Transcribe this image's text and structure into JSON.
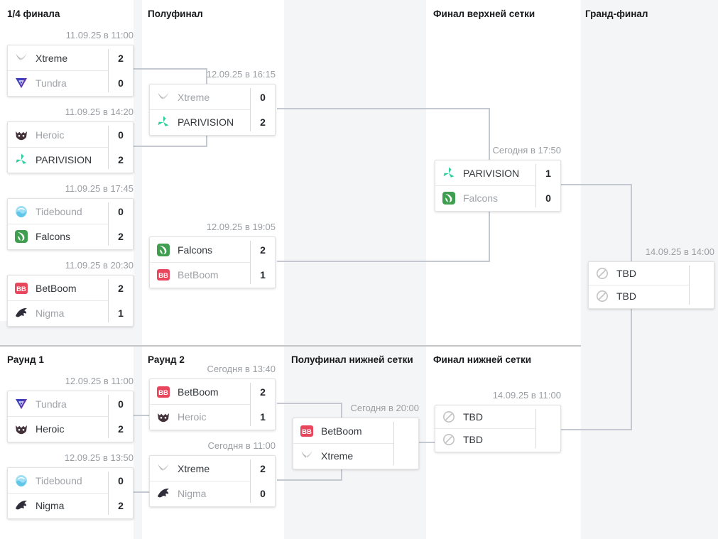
{
  "page": {
    "upper_round_labels": [
      "1/4 финала",
      "Полуфинал",
      "Финал верхней сетки",
      "Гранд-финал"
    ],
    "lower_round_labels": [
      "Раунд 1",
      "Раунд 2",
      "Полуфинал нижней сетки",
      "Финал нижней сетки"
    ]
  },
  "colors": {
    "xtreme_gray": "#b9b9b9",
    "tundra_blue": "#3d3fbd",
    "tundra_purple": "#7a2ea8",
    "heroic_maroon": "#43313a",
    "parivision_teal": "#2fcf9f",
    "tidebound_light": "#9edff5",
    "tidebound_mid": "#5fc6e8",
    "falcons_green": "#3f9e4f",
    "betboom_red": "#e8465c",
    "nigma_dark": "#2f2d3a",
    "tbd_gray": "#c3c3c3",
    "connector": "#c3c8d1",
    "stripe_bg": "#f4f5f6"
  },
  "matches": {
    "qf1": {
      "date": "11.09.25 в 11:00",
      "teams": [
        {
          "name": "Xtreme",
          "icon": "xtreme-logo-icon",
          "score": "2",
          "result": "win"
        },
        {
          "name": "Tundra",
          "icon": "tundra-logo-icon",
          "score": "0",
          "result": "lose"
        }
      ]
    },
    "qf2": {
      "date": "11.09.25 в 14:20",
      "teams": [
        {
          "name": "Heroic",
          "icon": "heroic-logo-icon",
          "score": "0",
          "result": "lose"
        },
        {
          "name": "PARIVISION",
          "icon": "parivision-logo-icon",
          "score": "2",
          "result": "win"
        }
      ]
    },
    "qf3": {
      "date": "11.09.25 в 17:45",
      "teams": [
        {
          "name": "Tidebound",
          "icon": "tidebound-logo-icon",
          "score": "0",
          "result": "lose"
        },
        {
          "name": "Falcons",
          "icon": "falcons-logo-icon",
          "score": "2",
          "result": "win"
        }
      ]
    },
    "qf4": {
      "date": "11.09.25 в 20:30",
      "teams": [
        {
          "name": "BetBoom",
          "icon": "betboom-logo-icon",
          "score": "2",
          "result": "win"
        },
        {
          "name": "Nigma",
          "icon": "nigma-logo-icon",
          "score": "1",
          "result": "lose"
        }
      ]
    },
    "sf1": {
      "date": "12.09.25 в 16:15",
      "teams": [
        {
          "name": "Xtreme",
          "icon": "xtreme-logo-icon",
          "score": "0",
          "result": "lose"
        },
        {
          "name": "PARIVISION",
          "icon": "parivision-logo-icon",
          "score": "2",
          "result": "win"
        }
      ]
    },
    "sf2": {
      "date": "12.09.25 в 19:05",
      "teams": [
        {
          "name": "Falcons",
          "icon": "falcons-logo-icon",
          "score": "2",
          "result": "win"
        },
        {
          "name": "BetBoom",
          "icon": "betboom-logo-icon",
          "score": "1",
          "result": "lose"
        }
      ]
    },
    "ubf": {
      "date": "Сегодня в 17:50",
      "teams": [
        {
          "name": "PARIVISION",
          "icon": "parivision-logo-icon",
          "score": "1",
          "result": "win"
        },
        {
          "name": "Falcons",
          "icon": "falcons-logo-icon",
          "score": "0",
          "result": "lose"
        }
      ]
    },
    "gf": {
      "date": "14.09.25 в 14:00",
      "teams": [
        {
          "name": "TBD",
          "icon": "tbd-icon",
          "score": "",
          "result": "tbd"
        },
        {
          "name": "TBD",
          "icon": "tbd-icon",
          "score": "",
          "result": "tbd"
        }
      ]
    },
    "r1m1": {
      "date": "12.09.25 в 11:00",
      "teams": [
        {
          "name": "Tundra",
          "icon": "tundra-logo-icon",
          "score": "0",
          "result": "lose"
        },
        {
          "name": "Heroic",
          "icon": "heroic-logo-icon",
          "score": "2",
          "result": "win"
        }
      ]
    },
    "r1m2": {
      "date": "12.09.25 в 13:50",
      "teams": [
        {
          "name": "Tidebound",
          "icon": "tidebound-logo-icon",
          "score": "0",
          "result": "lose"
        },
        {
          "name": "Nigma",
          "icon": "nigma-logo-icon",
          "score": "2",
          "result": "win"
        }
      ]
    },
    "r2m1": {
      "date": "Сегодня в 13:40",
      "teams": [
        {
          "name": "BetBoom",
          "icon": "betboom-logo-icon",
          "score": "2",
          "result": "win"
        },
        {
          "name": "Heroic",
          "icon": "heroic-logo-icon",
          "score": "1",
          "result": "lose"
        }
      ]
    },
    "r2m2": {
      "date": "Сегодня в 11:00",
      "teams": [
        {
          "name": "Xtreme",
          "icon": "xtreme-logo-icon",
          "score": "2",
          "result": "win"
        },
        {
          "name": "Nigma",
          "icon": "nigma-logo-icon",
          "score": "0",
          "result": "lose"
        }
      ]
    },
    "lbsf": {
      "date": "Сегодня в 20:00",
      "teams": [
        {
          "name": "BetBoom",
          "icon": "betboom-logo-icon",
          "score": "",
          "result": "none"
        },
        {
          "name": "Xtreme",
          "icon": "xtreme-logo-icon",
          "score": "",
          "result": "none"
        }
      ]
    },
    "lbf": {
      "date": "14.09.25 в 11:00",
      "teams": [
        {
          "name": "TBD",
          "icon": "tbd-icon",
          "score": "",
          "result": "tbd"
        },
        {
          "name": "TBD",
          "icon": "tbd-icon",
          "score": "",
          "result": "tbd"
        }
      ]
    }
  }
}
